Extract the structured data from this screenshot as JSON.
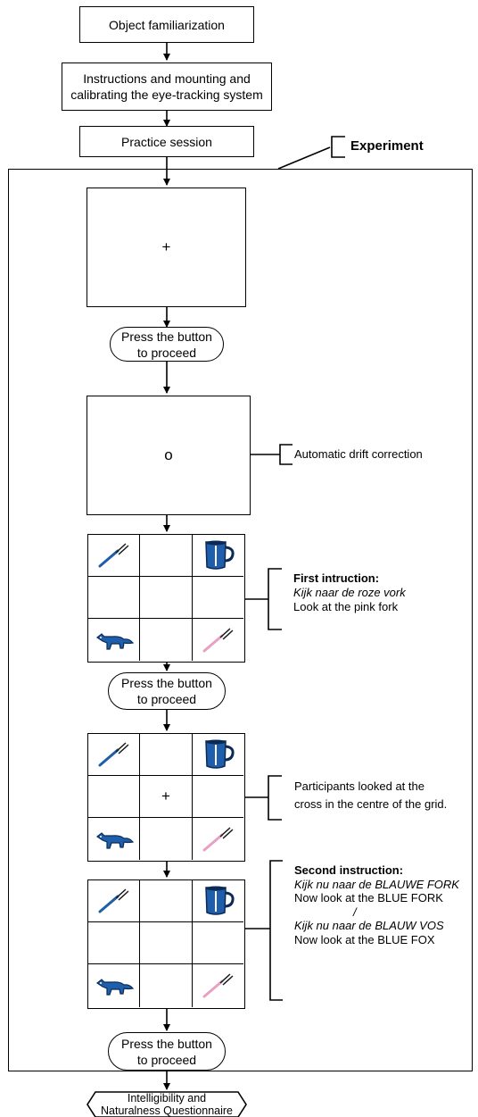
{
  "steps": {
    "object_familiarization": "Object familiarization",
    "instructions_line1": "Instructions and mounting and",
    "instructions_line2": "calibrating the eye-tracking system",
    "practice_session": "Practice session",
    "questionnaire_line1": "Intelligibility and",
    "questionnaire_line2": "Naturalness Questionnaire"
  },
  "experiment_label": "Experiment",
  "fixation_symbols": {
    "cross": "+",
    "circle": "o"
  },
  "press_button": {
    "line1": "Press the button",
    "line2": "to proceed"
  },
  "annotations": {
    "drift_correction": "Automatic drift correction",
    "first_instruction": {
      "heading": "First intruction:",
      "dutch": "Kijk naar de roze vork",
      "english": "Look at the pink fork"
    },
    "participants_looked": {
      "line1": "Participants looked at the",
      "line2": "cross in the centre of the grid."
    },
    "second_instruction": {
      "heading": "Second instruction:",
      "dutch_a": "Kijk nu naar de BLAUWE FORK",
      "english_a": "Now look at the BLUE FORK",
      "separator": "/",
      "dutch_b": "Kijk nu naar de BLAUW VOS",
      "english_b": "Now look at the BLUE FOX"
    }
  },
  "grid_objects": [
    "blue-fork-icon",
    "blue-mug-icon",
    "blue-fox-icon",
    "pink-fork-icon"
  ],
  "colors": {
    "blue": "#1f5eaa",
    "pink": "#e8a0c4",
    "line": "#000000"
  }
}
